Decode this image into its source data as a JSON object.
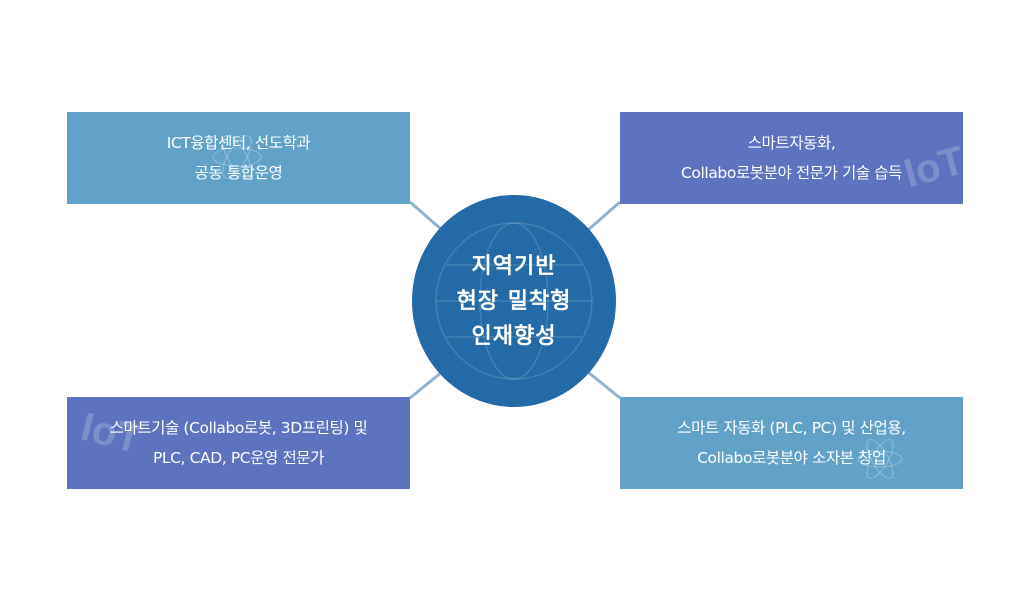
{
  "center": {
    "lines": [
      "지역기반",
      "현장 밀착형",
      "인재향성"
    ]
  },
  "boxes": {
    "top_left": {
      "lines": [
        "ICT융합센터, 선도학과",
        "공동 통합운영"
      ]
    },
    "top_right": {
      "lines": [
        "스마트자동화,",
        "Collabo로봇분야 전문가 기술 습득"
      ]
    },
    "bottom_left": {
      "lines": [
        "스마트기술 (Collabo로봇, 3D프린팅) 및",
        "PLC, CAD, PC운영 전문가"
      ]
    },
    "bottom_right": {
      "lines": [
        "스마트 자동화 (PLC, PC) 및 산업용,",
        "Collabo로봇분야 소자본 창업"
      ]
    }
  },
  "watermarks": {
    "text": "IoT"
  },
  "colors": {
    "center": "#236aa6",
    "box_light": "#62a2c9",
    "box_dark": "#5d73bf",
    "connector": "#8fb4d0"
  }
}
